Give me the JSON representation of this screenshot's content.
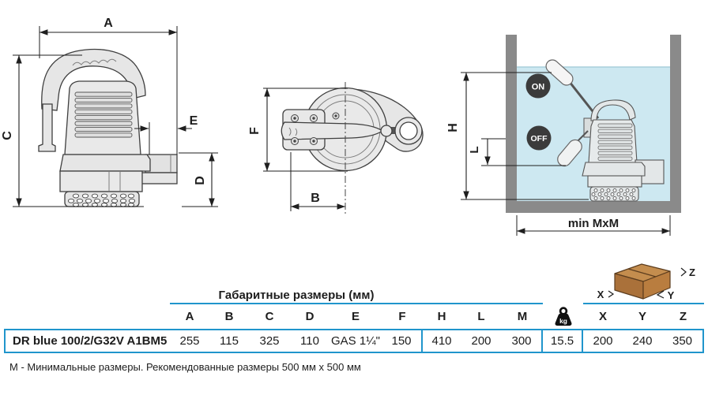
{
  "colors": {
    "accent_blue": "#2095cc",
    "water_blue": "#cde8f1",
    "tank_gray": "#8a8a8a",
    "badge_dark": "#3b3b3b",
    "box_brown": "#b3793f"
  },
  "drawings": {
    "side_view": {
      "labels": {
        "a": "A",
        "c": "C",
        "e": "E",
        "d": "D"
      }
    },
    "top_view": {
      "labels": {
        "f": "F",
        "b": "B"
      }
    },
    "tank": {
      "labels": {
        "h": "H",
        "l": "L",
        "min": "min MxM"
      },
      "on": "ON",
      "off": "OFF"
    },
    "package": {
      "labels": {
        "x": "X",
        "y": "Y",
        "z": "Z"
      }
    }
  },
  "table": {
    "group_header": "Габаритные размеры (мм)",
    "columns": [
      "A",
      "B",
      "C",
      "D",
      "E",
      "F",
      "H",
      "L",
      "M",
      "X",
      "Y",
      "Z"
    ],
    "weight_unit": "kg",
    "row": {
      "model": "DR blue 100/2/G32V A1BM5",
      "A": "255",
      "B": "115",
      "C": "325",
      "D": "110",
      "E": "GAS 1¼\"",
      "F": "150",
      "H": "410",
      "L": "200",
      "M": "300",
      "weight": "15.5",
      "X": "200",
      "Y": "240",
      "Z": "350"
    }
  },
  "note": "М - Минимальные размеры. Рекомендованные размеры 500 мм х 500 мм"
}
